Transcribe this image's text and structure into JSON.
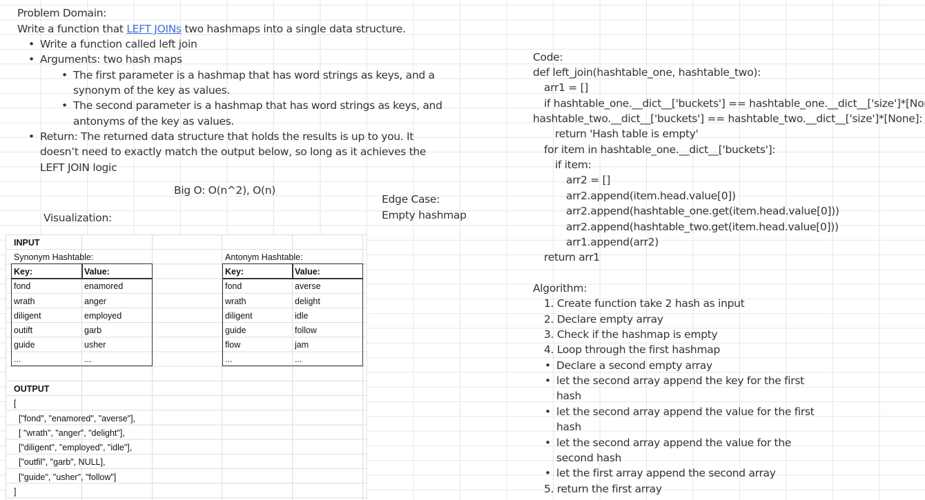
{
  "problem": {
    "heading": "Problem Domain:",
    "intro_prefix": "Write a function that ",
    "intro_link": "LEFT JOINs",
    "intro_suffix": " two hashmaps into a single data structure.",
    "bullet1": "Write a function called left join",
    "bullet2": "Arguments: two hash maps",
    "sub1_line1": "The first parameter is a hashmap that has word strings as keys, and a",
    "sub1_line2": "synonym of the key as values.",
    "sub2_line1": "The second parameter is a hashmap that has word strings as keys, and",
    "sub2_line2": "antonyms of the key as values.",
    "bullet3_line1": "Return: The returned data structure that holds the results is up to you. It",
    "bullet3_line2": "doesn’t need to exactly match the output below, so long as it achieves the",
    "bullet3_line3": "LEFT JOIN logic"
  },
  "bigo": "Big O:  O(n^2), O(n)",
  "visualization": "Visualization:",
  "edge_case": {
    "label": "Edge Case:",
    "value": "Empty hashmap"
  },
  "code": {
    "label": "Code:",
    "lines": [
      "def left_join(hashtable_one, hashtable_two):",
      "arr1 = []",
      "if hashtable_one.__dict__['buckets'] == hashtable_one.__dict__['size']*[None]",
      "hashtable_two.__dict__['buckets'] == hashtable_two.__dict__['size']*[None]:",
      "return 'Hash table is empty'",
      "for item in hashtable_one.__dict__['buckets']:",
      "if item:",
      "arr2 = []",
      "arr2.append(item.head.value[0])",
      "arr2.append(hashtable_one.get(item.head.value[0]))",
      "arr2.append(hashtable_two.get(item.head.value[0]))",
      "arr1.append(arr2)",
      "return arr1"
    ]
  },
  "algorithm": {
    "label": "Algorithm:",
    "step1": "1. Create function take 2 hash as input",
    "step2": "2. Declare empty array",
    "step3": "3. Check if the hashmap is empty",
    "step4": "4. Loop through the first hashmap",
    "b1": "Declare a second empty array",
    "b2_line1": "let the second array append the key for the first",
    "b2_line2": "hash",
    "b3_line1": "let the second array append the value for the first",
    "b3_line2": "hash",
    "b4_line1": "let the second array append the value for the",
    "b4_line2": "second hash",
    "b5": "let the first array append the second array",
    "step5": "5. return the first array"
  },
  "sheet": {
    "input_label": "INPUT",
    "synonym_title": "Synonym Hashtable:",
    "antonym_title": "Antonym Hashtable:",
    "key_header": "Key:",
    "value_header": "Value:",
    "synonym_rows": [
      [
        "fond",
        "enamored"
      ],
      [
        "wrath",
        "anger"
      ],
      [
        "diligent",
        "employed"
      ],
      [
        "outift",
        "garb"
      ],
      [
        "guide",
        "usher"
      ],
      [
        "...",
        "..."
      ]
    ],
    "antonym_rows": [
      [
        "fond",
        "averse"
      ],
      [
        "wrath",
        "delight"
      ],
      [
        "diligent",
        "idle"
      ],
      [
        "guide",
        "follow"
      ],
      [
        "flow",
        "jam"
      ],
      [
        "...",
        "..."
      ]
    ],
    "output_label": "OUTPUT",
    "output_open": "[",
    "output_lines": [
      "[\"fond\", \"enamored\", \"averse\"],",
      "[ \"wrath\", \"anger\", \"delight\"],",
      "[\"diligent\", \"employed\", \"idle\"],",
      "[\"outfil\", \"garb\", NULL],",
      "[\"guide\", \"usher\", \"follow\"]"
    ],
    "output_close": "]"
  }
}
